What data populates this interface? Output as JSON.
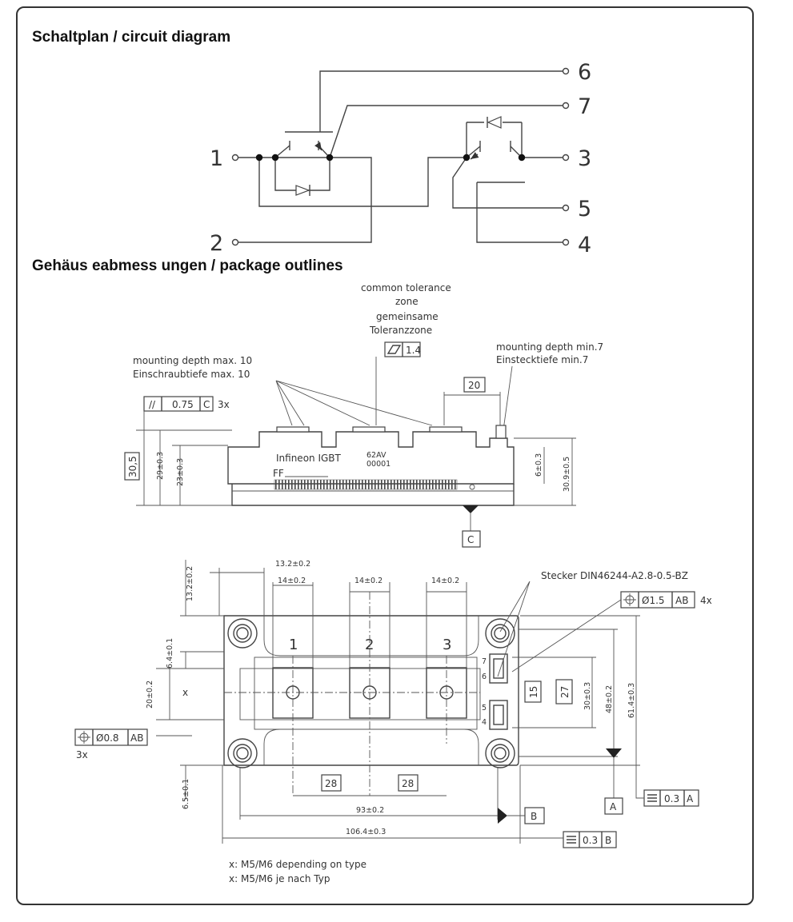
{
  "headings": {
    "circuit": "Schaltplan / circuit diagram",
    "package": "Gehäus eabmess ungen / package outlines"
  },
  "pins": [
    "1",
    "2",
    "3",
    "4",
    "5",
    "6",
    "7"
  ],
  "side_view": {
    "common_tolerance_en_1": "common tolerance",
    "common_tolerance_en_2": "zone",
    "common_tolerance_de_1": "gemeinsame",
    "common_tolerance_de_2": "Toleranzzone",
    "flatness_value": "1.4",
    "mounting_depth_max_en": "mounting depth max. 10",
    "mounting_depth_max_de": "Einschraubtiefe max. 10",
    "mounting_depth_min_en": "mounting depth min.7",
    "mounting_depth_min_de": "Einstecktiefe min.7",
    "parallel_symbol": "//",
    "parallel_value": "0.75",
    "parallel_ref": "C",
    "parallel_count": "3x",
    "dim_20": "20",
    "dim_30_5": "30,5",
    "dim_29": "29±0.3",
    "dim_23": "23±0.3",
    "dim_6": "6±0.3",
    "dim_30_9": "30.9±0.5",
    "datum_c": "C",
    "brand": "Infineon IGBT",
    "code1": "62AV",
    "code2": "00001",
    "ff": "FF"
  },
  "top_view": {
    "dim_13_2_h": "13.2±0.2",
    "dim_13_2_v": "13.2±0.2",
    "dim_14_a": "14±0.2",
    "dim_14_b": "14±0.2",
    "dim_14_c": "14±0.2",
    "connector": "Stecker DIN46244-A2.8-0.5-BZ",
    "pos_symbol": "⌖",
    "pos_dia_a": "Ø1.5",
    "pos_ref_a": "AB",
    "pos_count_a": "4x",
    "dim_6_4": "6.4±0.1",
    "dim_20": "20±0.2",
    "x_mark": "x",
    "pos_dia_b": "Ø0.8",
    "pos_ref_b": "AB",
    "pos_count_b": "3x",
    "terminal_1": "1",
    "terminal_2": "2",
    "terminal_3": "3",
    "dim_15": "15",
    "dim_27": "27",
    "dim_30": "30±0.3",
    "dim_48": "48±0.2",
    "dim_61_4": "61.4±0.3",
    "dim_28_a": "28",
    "dim_28_b": "28",
    "dim_93": "93±0.2",
    "dim_106_4": "106.4±0.3",
    "dim_6_5": "6.5±0.1",
    "datum_a": "A",
    "datum_b": "B",
    "sym_flat_a": "0.3",
    "sym_ref_a": "A",
    "sym_flat_b": "0.3",
    "sym_ref_b": "B",
    "note_en": "x: M5/M6 depending on type",
    "note_de": "x: M5/M6  je nach Typ"
  }
}
